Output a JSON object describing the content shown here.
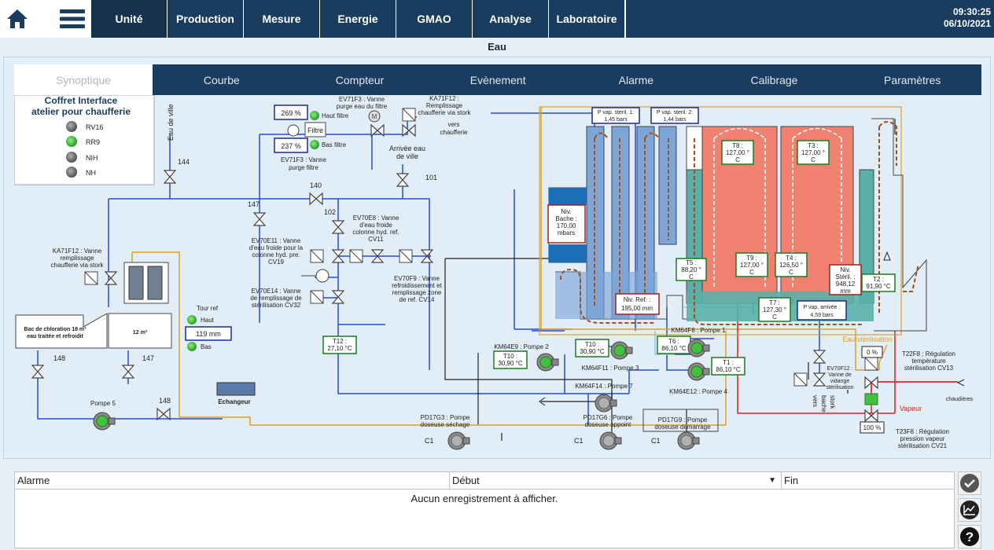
{
  "nav": {
    "items": [
      "Unité",
      "Production",
      "Mesure",
      "Energie",
      "GMAO",
      "Analyse",
      "Laboratoire"
    ],
    "time": "09:30:25",
    "date": "06/10/2021"
  },
  "page": {
    "title": "Eau"
  },
  "tabs": [
    "Synoptique",
    "Courbe",
    "Compteur",
    "Evènement",
    "Alarme",
    "Calibrage",
    "Paramètres"
  ],
  "coffret": {
    "title1": "Coffret Interface",
    "title2": "atelier pour chaufferie",
    "items": [
      "RV16",
      "RR9",
      "NIH",
      "NH"
    ]
  },
  "labels": {
    "eau_de_ville": "Eau de ville",
    "v144": "144",
    "v140": "140",
    "v147a": "147",
    "v102": "102",
    "v101": "101",
    "v148a": "148",
    "v147b": "147",
    "v148b": "148",
    "filtre": "Filtre",
    "filtre_haut_val": "269 %",
    "filtre_haut": "Haut filtre",
    "filtre_bas_val": "237 %",
    "filtre_bas": "Bas filtre",
    "ev71f3_purge_1": "EV71F3 : Vanne",
    "ev71f3_purge_2": "purge filtre",
    "ev71f3_top_1": "EV71F3 : Vanne",
    "ev71f3_top_2": "purge eau du filtre",
    "ka71f12_top_1": "KA71F12 :",
    "ka71f12_top_2": "Remplissage",
    "ka71f12_top_3": "chaufferie via stork",
    "vers_chaufferie_1": "vers",
    "vers_chaufferie_2": "chaufferie",
    "arrivee_eau_1": "Arrivée eau",
    "arrivee_eau_2": "de ville",
    "ev70e8_1": "EV70E8 : Vanne",
    "ev70e8_2": "d'eau froide",
    "ev70e8_3": "colonne hyd. ref.",
    "ev70e8_4": "CV11",
    "ev70e11_1": "EV70E11 : Vanne",
    "ev70e11_2": "d'eau froide pour la",
    "ev70e11_3": "colonne hyd. pre.",
    "ev70e11_4": "CV19",
    "ev70e14_1": "EV70E14 : Vanne",
    "ev70e14_2": "de remplissage de",
    "ev70e14_3": "stérilisation CV32",
    "ev70f9_1": "EV70F9 : Vanne",
    "ev70f9_2": "refroidissement et",
    "ev70f9_3": "remplissage zone",
    "ev70f9_4": "de ref. CV14",
    "ka71f12_left_1": "KA71F12 : Vanne",
    "ka71f12_left_2": "remplissage",
    "ka71f12_left_3": "chaufferie via stork",
    "bac_chloration_1": "Bac de chloration 18 m³",
    "bac_chloration_2": "eau traitée et refroidit",
    "bac_12": "12 m³",
    "tour_ref": "Tour ref",
    "tour_haut": "Haut",
    "tour_level": "119 mm",
    "tour_bas": "Bas",
    "pompe5": "Pompe 5",
    "echangeur": "Echangeur",
    "t12_1": "T12 :",
    "t12_2": "27,10 °C",
    "km64e9": "KM64E9 : Pompe 2",
    "t10a_1": "T10 :",
    "t10a_2": "30,90 °C",
    "t10b_1": "T10 :",
    "t10b_2": "30,90 °C",
    "km64f11": "KM64F11 : Pompe 3",
    "km64f14": "KM64F14 : Pompe 7",
    "km64f8": "KM64F8 : Pompe 1",
    "t6_1": "T6 :",
    "t6_2": "86,10 °C",
    "t1_1": "T1 :",
    "t1_2": "86,10 °C",
    "km64e12": "KM64E12 : Pompe 4",
    "pd17g3_1": "PD17G3 : Pompe",
    "pd17g3_2": "doseuse séchage",
    "pd17g6_1": "PD17G6 : Pompe",
    "pd17g6_2": "doseuse appoint",
    "pd17g9_1": "PD17G9 : Pompe",
    "pd17g9_2": "doseuse démarrage",
    "c1a": "C1",
    "c1b": "C1",
    "c1c": "C1",
    "niv_bache_1": "Niv.",
    "niv_bache_2": "Bache :",
    "niv_bache_3": "170,00",
    "niv_bache_4": "mbars",
    "niv_ref_1": "Niv. Ref. :",
    "niv_ref_2": "195,00 mm",
    "pvap1_1": "P vap. steril. 1:",
    "pvap1_2": "1,45 bars",
    "pvap2_1": "P vap. steril. 2:",
    "pvap2_2": "1,44 bars",
    "t8_1": "T8 :",
    "t8_2": "127,00 °",
    "t8_3": "C",
    "t3_1": "T3 :",
    "t3_2": "127,00 °",
    "t3_3": "C",
    "t5_1": "T5 :",
    "t5_2": "88,20 °",
    "t5_3": "C",
    "t9_1": "T9 :",
    "t9_2": "127,00 °",
    "t9_3": "C",
    "t4_1": "T4 :",
    "t4_2": "126,50 °",
    "t4_3": "C",
    "t7_1": "T7 :",
    "t7_2": "127,30 °",
    "t7_3": "C",
    "pvap_arr_1": "P vap. arrivée :",
    "pvap_arr_2": "4,59 bars",
    "niv_steril_1": "Niv.",
    "niv_steril_2": "Stéril. :",
    "niv_steril_3": "948,12",
    "niv_steril_4": "mm",
    "t2_1": "T2 :",
    "t2_2": "91,90 °C",
    "eau_sterilisation": "Eau stérilisation",
    "pct0": "0 %",
    "t22f8_1": "T22F8 : Régulation",
    "t22f8_2": "température",
    "t22f8_3": "stérilisation CV13",
    "ev70f12_1": "EV70F12 :",
    "ev70f12_2": "Vanne de",
    "ev70f12_3": "vidange",
    "ev70f12_4": "stérilisation",
    "vers_bache_1": "vers",
    "vers_bache_2": "bache",
    "vers_bache_3": "stork",
    "vapeur": "Vapeur",
    "chaudieres": "chaudières",
    "pct100": "100 %",
    "t23f8_1": "T23F8 : Régulation",
    "t23f8_2": "pression vapeur",
    "t23f8_3": "stérilisation CV21"
  },
  "alarm_table": {
    "col_alarme": "Alarme",
    "col_debut": "Début",
    "col_fin": "Fin",
    "empty": "Aucun enregistrement à afficher."
  },
  "colors": {
    "nav_bg": "#1a3c5e",
    "pipe_blue": "#2a4bd0",
    "pipe_orange": "#e0a020",
    "steam_red": "#e02020",
    "led_green": "#44c040",
    "led_grey": "#707070",
    "tank_blue": "#7da6d8",
    "tank_red": "#f08070"
  },
  "icons": [
    "home-icon",
    "hamburger-icon",
    "check-icon",
    "chart-icon",
    "help-icon"
  ]
}
